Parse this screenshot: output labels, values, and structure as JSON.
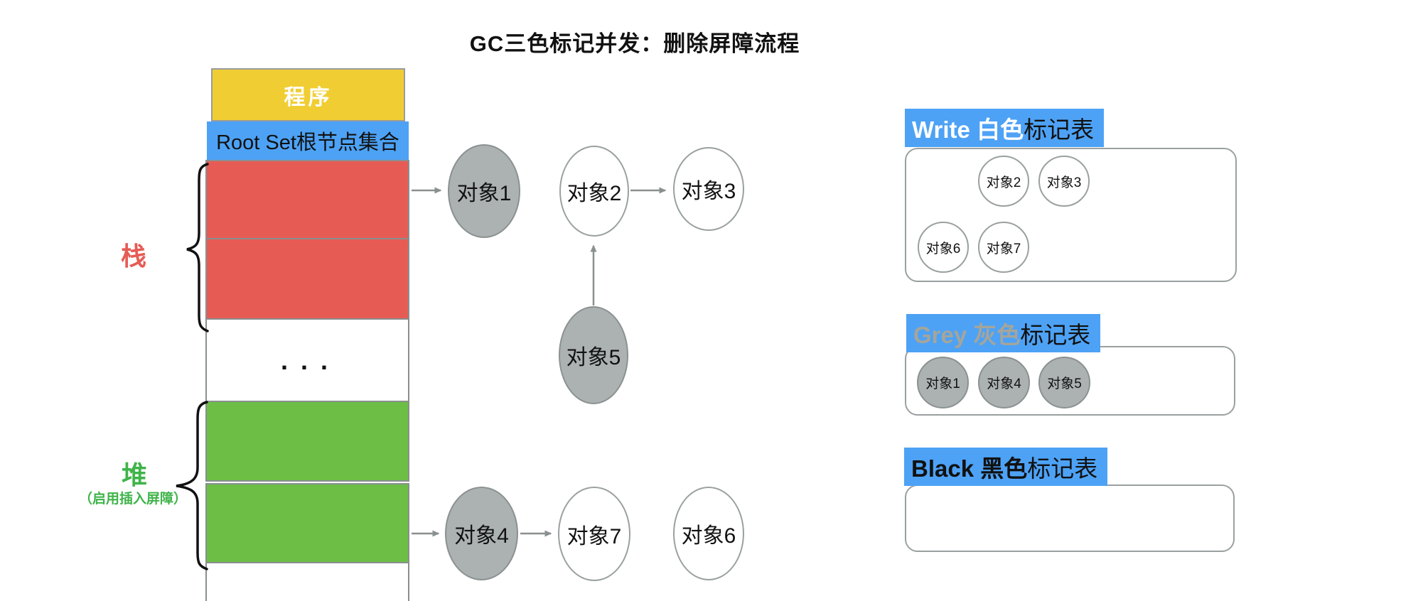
{
  "title": "GC三色标记并发：删除屏障流程",
  "memory": {
    "program_label": "程序",
    "root_set_label": "Root Set根节点集合",
    "ellipsis": "...",
    "stack_label": "栈",
    "heap_label": "堆",
    "heap_note": "（启用插入屏障）",
    "cells": [
      {
        "color": "red"
      },
      {
        "color": "red"
      },
      {
        "color": "white-ellipsis"
      },
      {
        "color": "green"
      },
      {
        "color": "green"
      },
      {
        "color": "white-partial"
      }
    ]
  },
  "graph": {
    "nodes": [
      {
        "label": "对象1",
        "color": "grey"
      },
      {
        "label": "对象2",
        "color": "white"
      },
      {
        "label": "对象3",
        "color": "white"
      },
      {
        "label": "对象5",
        "color": "grey"
      },
      {
        "label": "对象4",
        "color": "grey"
      },
      {
        "label": "对象7",
        "color": "white"
      },
      {
        "label": "对象6",
        "color": "white"
      }
    ],
    "edges": [
      {
        "from": "栈RootSet",
        "to": "对象1"
      },
      {
        "from": "对象2",
        "to": "对象3"
      },
      {
        "from": "对象5",
        "to": "对象2"
      },
      {
        "from": "堆",
        "to": "对象4"
      },
      {
        "from": "对象4",
        "to": "对象7"
      }
    ]
  },
  "tables": {
    "white": {
      "title_en": "Write 白色",
      "title_zh": "标记表",
      "items": [
        "对象2",
        "对象3",
        "对象6",
        "对象7"
      ]
    },
    "grey": {
      "title_en": "Grey 灰色",
      "title_zh": "标记表",
      "items": [
        "对象1",
        "对象4",
        "对象5"
      ]
    },
    "black": {
      "title_en": "Black 黑色",
      "title_zh": "标记表",
      "items": []
    }
  },
  "colors": {
    "program_yellow": "#F0CE33",
    "label_blue": "#4DA2F5",
    "stack_red": "#E65C55",
    "heap_green": "#6CBE45",
    "grey_node_fill": "#ACB1B1",
    "grey_node_border": "#8B9191",
    "arrow_grey": "#8A8F8F",
    "heap_label_green": "#3FB44A",
    "grey_title_text": "#A5A59B"
  }
}
